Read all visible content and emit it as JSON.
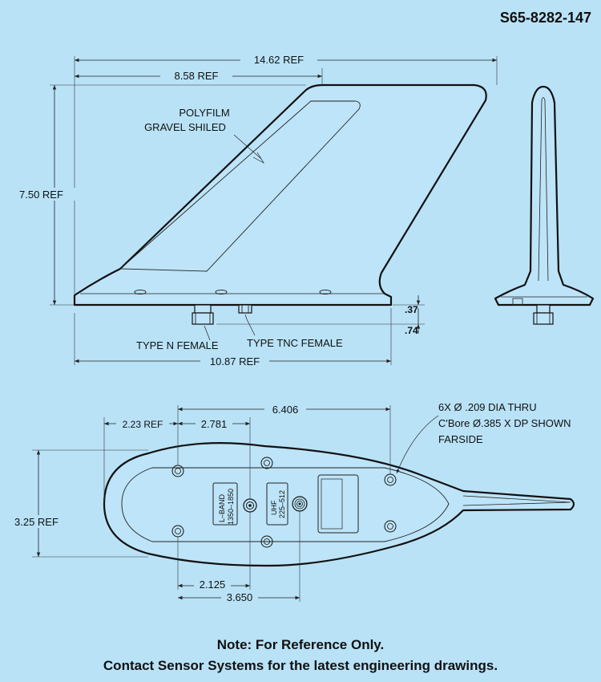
{
  "part_number": "S65-8282-147",
  "side_view": {
    "dims": {
      "overall_length": "14.62 REF",
      "upper_length": "8.58 REF",
      "height": "7.50 REF",
      "base_length": "10.87 REF",
      "thickness_a": ".37",
      "thickness_b": ".74"
    },
    "labels": {
      "polyfilm_line1": "POLYFILM",
      "polyfilm_line2": "GRAVEL SHILED",
      "connector_n": "TYPE N FEMALE",
      "connector_tnc": "TYPE TNC FEMALE"
    }
  },
  "bottom_view": {
    "dims": {
      "ref_223": "2.23 REF",
      "d_2781": "2.781",
      "d_6406": "6.406",
      "width": "3.25 REF",
      "d_2125": "2.125",
      "d_3650": "3.650"
    },
    "hole_note": {
      "line1": "6X Ø .209 DIA THRU",
      "line2": "C'Bore Ø.385 X DP SHOWN",
      "line3": "FARSIDE"
    },
    "lband": {
      "line1": "L–BAND",
      "line2": "1350–1850"
    },
    "uhf": {
      "line1": "UHF",
      "line2": "225–512"
    }
  },
  "notes": {
    "line1": "Note: For Reference Only.",
    "line2": "Contact Sensor Systems for the latest engineering drawings."
  }
}
